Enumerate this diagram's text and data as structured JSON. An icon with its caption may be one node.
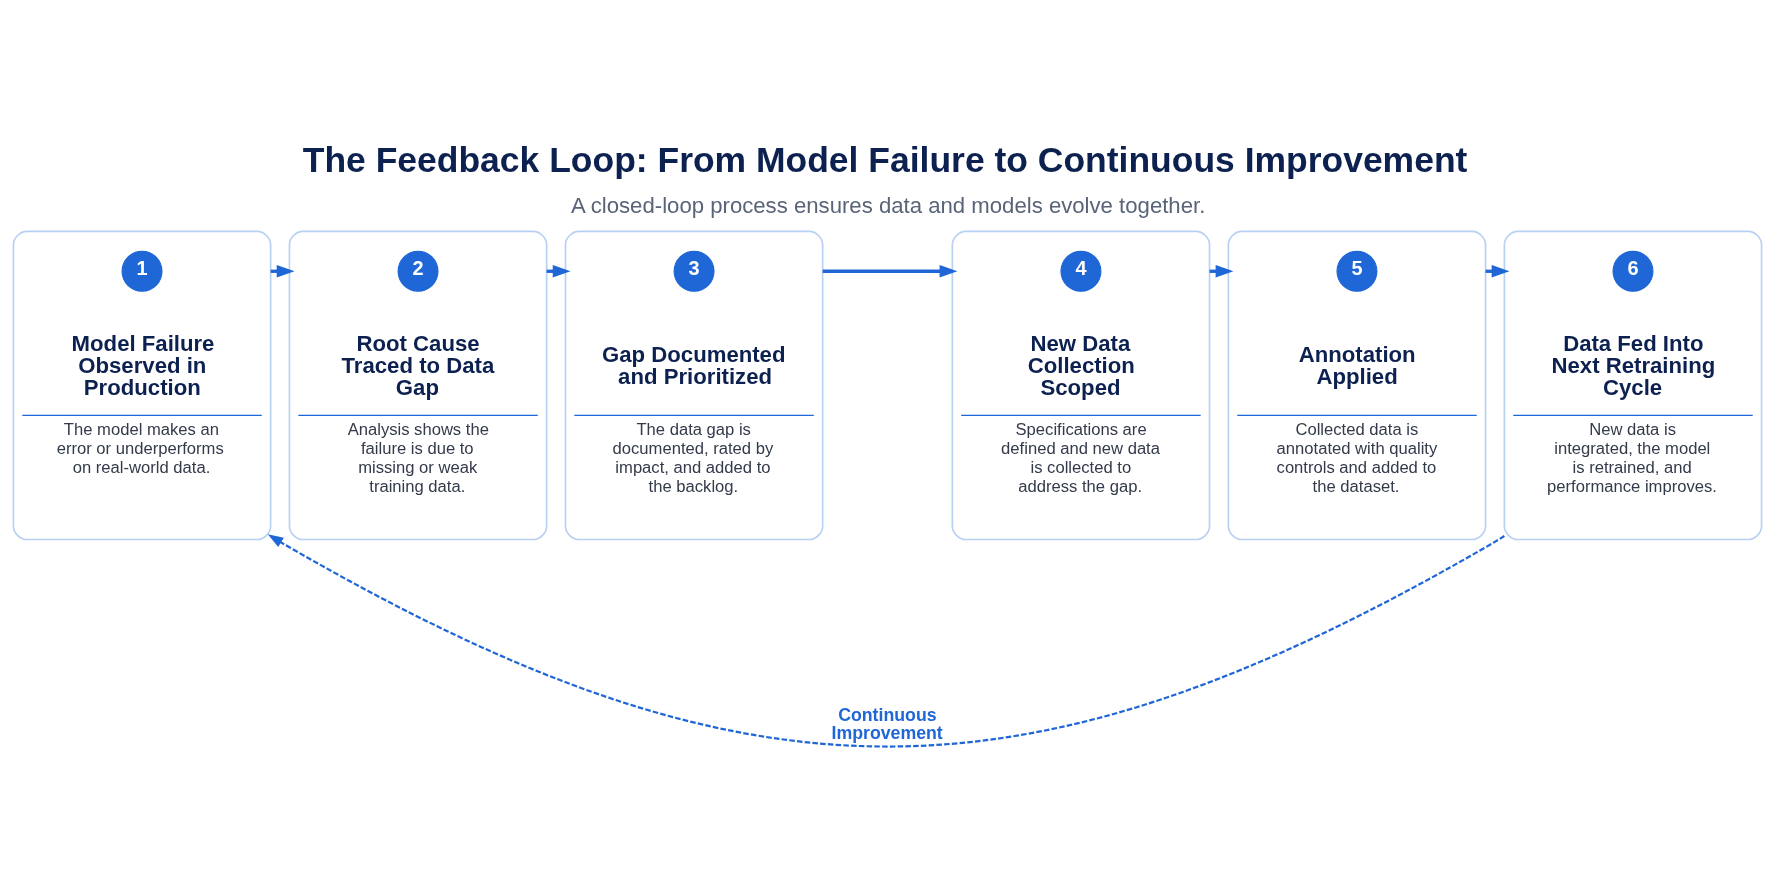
{
  "diagram": {
    "title": "The Feedback Loop: From Model Failure to Continuous Improvement",
    "caption": "A closed-loop process ensures data and models evolve together.",
    "nodes": [
      {
        "text": [
          "Model Failure Observed in Production",
          "The model makes an error or underperforms on real-world data."
        ]
      },
      {
        "text": [
          "1"
        ],
        "in": 0
      },
      {
        "text": [
          "Root Cause Traced to Data Gap",
          "Analysis shows the failure is due to missing or weak training data."
        ]
      },
      {
        "text": [
          "2"
        ],
        "in": 2
      },
      {
        "text": [
          "Gap Documented and Prioritized",
          "The data gap is documented, rated by impact, and added to the backlog."
        ]
      },
      {
        "text": [
          "3"
        ],
        "in": 4
      },
      {
        "text": [
          "New Data Collection Scoped",
          "Specifications are defined and new data is collected to address the gap."
        ]
      },
      {
        "text": [
          "4"
        ],
        "in": 6
      },
      {
        "text": [
          "Annotation Applied",
          "Collected data is annotated with quality controls and added to the dataset."
        ]
      },
      {
        "text": [
          "5"
        ],
        "in": 8
      },
      {
        "text": [
          "Data Fed Into Next Retraining Cycle",
          "New data is integrated, the model is retrained, and performance improves."
        ]
      },
      {
        "text": [
          "6"
        ],
        "in": 10
      }
    ],
    "edges": [
      {
        "from": 0,
        "to": 2,
        "arrow": "to"
      },
      {
        "from": 2,
        "to": 4,
        "arrow": "to"
      },
      {
        "from": 4,
        "to": 6,
        "arrow": "to"
      },
      {
        "from": 6,
        "to": 8,
        "arrow": "to"
      },
      {
        "from": 8,
        "to": 10,
        "arrow": "to"
      },
      {
        "from": 10,
        "to": 0,
        "arrow": "to",
        "style": "dashed",
        "label": "Continuous Improvement"
      }
    ]
  }
}
